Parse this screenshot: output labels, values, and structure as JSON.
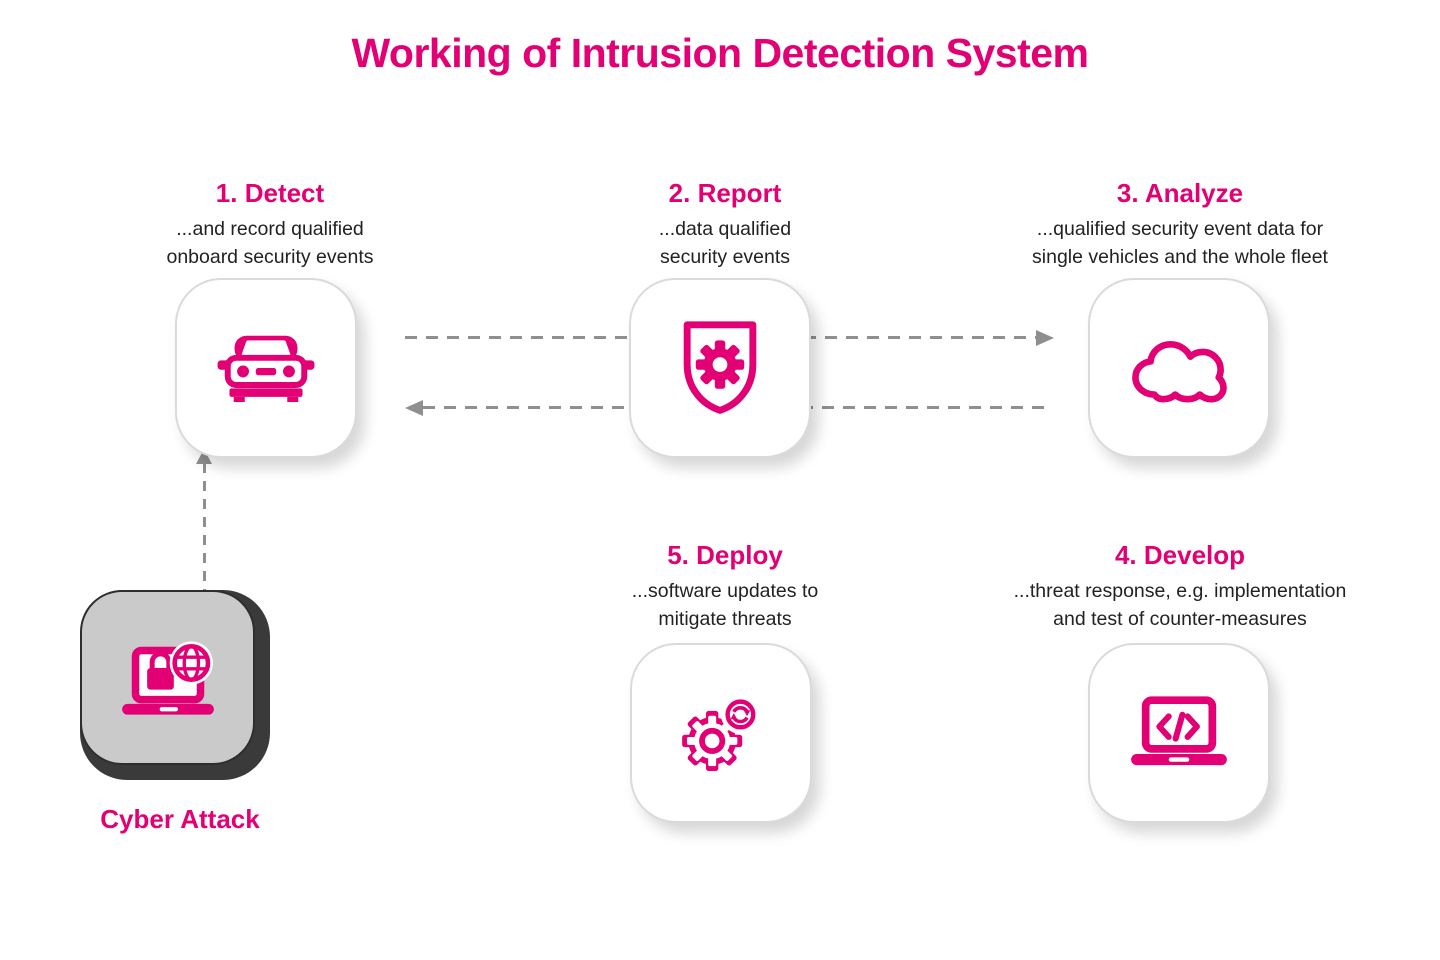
{
  "title": "Working of Intrusion Detection System",
  "colors": {
    "accent": "#e20074",
    "text": "#222222",
    "arrow_gray": "#8f8f8f",
    "card_border": "#dadada",
    "attack_face_gray": "#cacaca",
    "attack_side_gray": "#3a3a3a"
  },
  "steps": [
    {
      "id": "detect",
      "heading": "1. Detect",
      "lines": [
        "...and record qualified",
        "onboard security events"
      ],
      "icon": "car-icon"
    },
    {
      "id": "report",
      "heading": "2. Report",
      "lines": [
        "...data qualified",
        "security events"
      ],
      "icon": "shield-gear-icon"
    },
    {
      "id": "analyze",
      "heading": "3. Analyze",
      "lines": [
        "...qualified security event data for",
        "single vehicles and the whole fleet"
      ],
      "icon": "cloud-icon"
    },
    {
      "id": "develop",
      "heading": "4. Develop",
      "lines": [
        "...threat response, e.g. implementation",
        "and test of counter-measures"
      ],
      "icon": "code-laptop-icon"
    },
    {
      "id": "deploy",
      "heading": "5. Deploy",
      "lines": [
        "...software updates to",
        "mitigate threats"
      ],
      "icon": "gear-update-icon"
    }
  ],
  "attack": {
    "label": "Cyber Attack",
    "icon": "cyber-attack-laptop-icon"
  }
}
